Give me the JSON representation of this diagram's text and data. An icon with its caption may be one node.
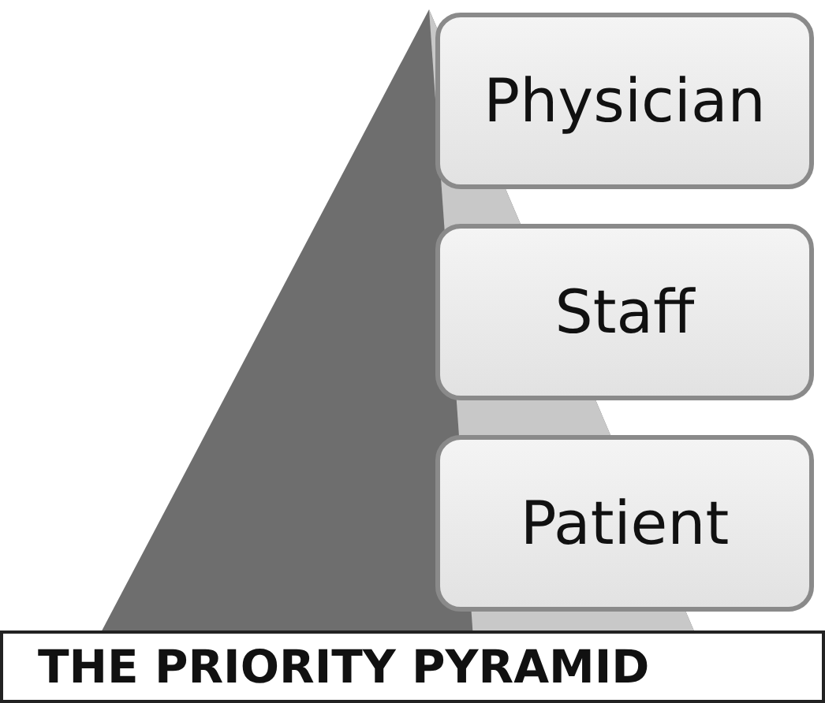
{
  "diagram": {
    "nodes": [
      {
        "text": [
          "Physician"
        ]
      },
      {
        "text": [
          "Staff"
        ]
      },
      {
        "text": [
          "Patient"
        ]
      },
      {
        "text": [
          "THE PRIORITY PYRAMID"
        ]
      }
    ]
  }
}
